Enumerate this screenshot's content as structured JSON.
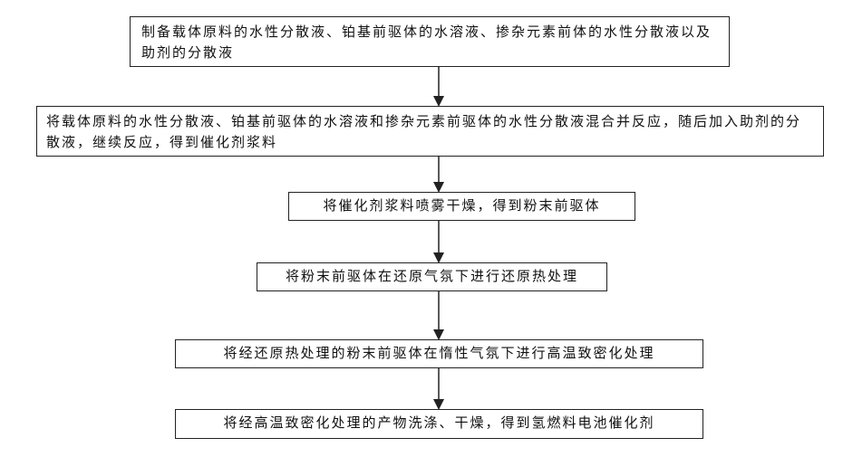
{
  "flowchart": {
    "steps": [
      "制备载体原料的水性分散液、铂基前驱体的水溶液、掺杂元素前体的水性分散液以及助剂的分散液",
      "将载体原料的水性分散液、铂基前驱体的水溶液和掺杂元素前驱体的水性分散液混合并反应，随后加入助剂的分散液，继续反应，得到催化剂浆料",
      "将催化剂浆料喷雾干燥，得到粉末前驱体",
      "将粉末前驱体在还原气氛下进行还原热处理",
      "将经还原热处理的粉末前驱体在惰性气氛下进行高温致密化处理",
      "将经高温致密化处理的产物洗涤、干燥，得到氢燃料电池催化剂"
    ]
  }
}
